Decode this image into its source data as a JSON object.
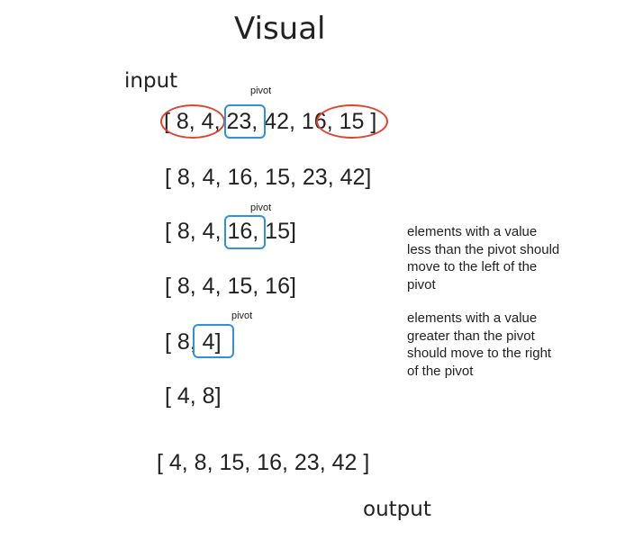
{
  "title": "Visual",
  "input_label": "input",
  "output_label": "output",
  "pivot_label": "pivot",
  "rows": [
    "[ 8, 4, 23, 42, 16, 15 ]",
    "[ 8, 4, 16, 15, 23, 42]",
    "[ 8, 4, 16, 15]",
    "[ 8, 4, 15, 16]",
    "[ 8, 4]",
    "[ 4, 8]",
    "[ 4, 8, 15, 16, 23, 42 ]"
  ],
  "notes": {
    "less": [
      "elements with a value",
      "less than the pivot should",
      "move to the left of the",
      "pivot"
    ],
    "greater": [
      "elements with a value",
      "greater than the pivot",
      "should move to the right",
      "of the pivot"
    ]
  },
  "colors": {
    "highlight_red": "#e0432f",
    "pivot_blue": "#2f8fe0"
  }
}
